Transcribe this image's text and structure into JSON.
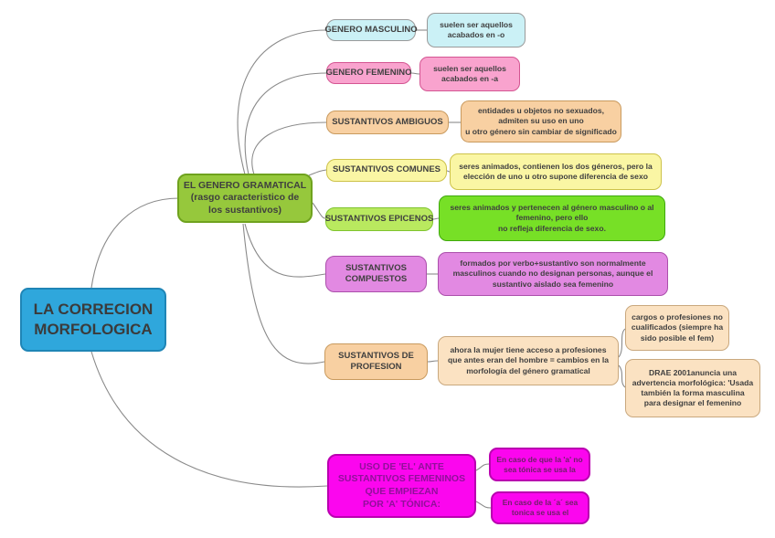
{
  "root": {
    "label": "LA CORRECION\nMORFOLOGICA"
  },
  "main_branch": {
    "label": "EL GENERO GRAMATICAL\n(rasgo caracteristico de\nlos sustantivos)"
  },
  "subtopics": [
    {
      "label": "GENERO MASCULINO",
      "note": "suelen ser aquellos\nacabados en -o"
    },
    {
      "label": "GENERO FEMENINO",
      "note": "suelen ser aquellos\nacabados en -a"
    },
    {
      "label": "SUSTANTIVOS AMBIGUOS",
      "note": "entidades u objetos no sexuados,\nadmiten su uso en uno\nu otro género sin cambiar de significado"
    },
    {
      "label": "SUSTANTIVOS COMUNES",
      "note": "seres animados, contienen los dos géneros, pero la\nelección de uno u otro supone diferencia de sexo"
    },
    {
      "label": "SUSTANTIVOS EPICENOS",
      "note": "seres animados y pertenecen al género masculino o al\nfemenino, pero ello\nno refleja diferencia de sexo."
    },
    {
      "label": "SUSTANTIVOS\nCOMPUESTOS",
      "note": "formados por verbo+sustantivo son normalmente\nmasculinos cuando no designan personas, aunque el\nsustantivo aislado sea femenino"
    },
    {
      "label": "SUSTANTIVOS DE\nPROFESION",
      "note": "ahora la mujer tiene acceso a profesiones\nque antes eran del hombre = cambios en la\nmorfología del género gramatical",
      "subnote_1": "cargos o profesiones no\ncualificados (siempre ha\nsido posible el fem)",
      "subnote_2": "DRAE 2001anuncia una\nadvertencia morfológica: 'Usada\ntambién la forma masculina\npara designar el femenino"
    }
  ],
  "second_branch": {
    "label": "USO DE 'EL' ANTE\nSUSTANTIVOS FEMENINOS\nQUE EMPIEZAN\nPOR 'A' TÓNICA:",
    "note_1": "En caso de que la 'a' no\nsea tónica se usa la",
    "note_2": "En caso de la ´a´ sea\ntonica se usa el"
  },
  "colors": {
    "root_blue": "#2FA7DC",
    "main_green": "#96C83C",
    "masculino_cyan": "#CBF1F6",
    "femenino_pink": "#F9A3CE",
    "ambiguos_peach": "#F8D0A2",
    "comunes_yellow": "#FAF6A4",
    "epicenos_green": "#77E026",
    "compuestos_violet": "#E289E2",
    "tonica_magenta": "#FB06EE",
    "connector_gray": "#8a8a8a"
  }
}
